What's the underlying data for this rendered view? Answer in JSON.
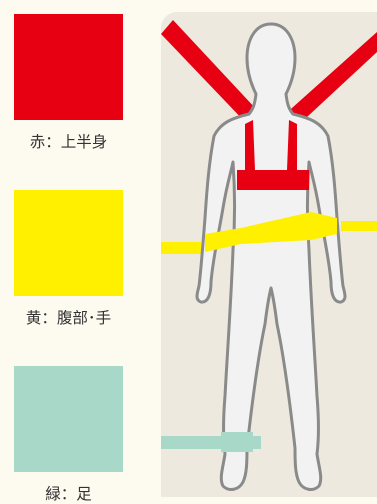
{
  "legend": [
    {
      "id": "red",
      "label": "赤：上半身",
      "color": "#e60012"
    },
    {
      "id": "yellow",
      "label": "黄：腹部･手",
      "color": "#fff000"
    },
    {
      "id": "green",
      "label": "緑：足",
      "color": "#a8d8c8"
    }
  ],
  "colors": {
    "background": "#fdfaf0",
    "panel": "#ede9df",
    "figure_fill": "#f2f2f2",
    "figure_outline": "#8a8a8a"
  }
}
